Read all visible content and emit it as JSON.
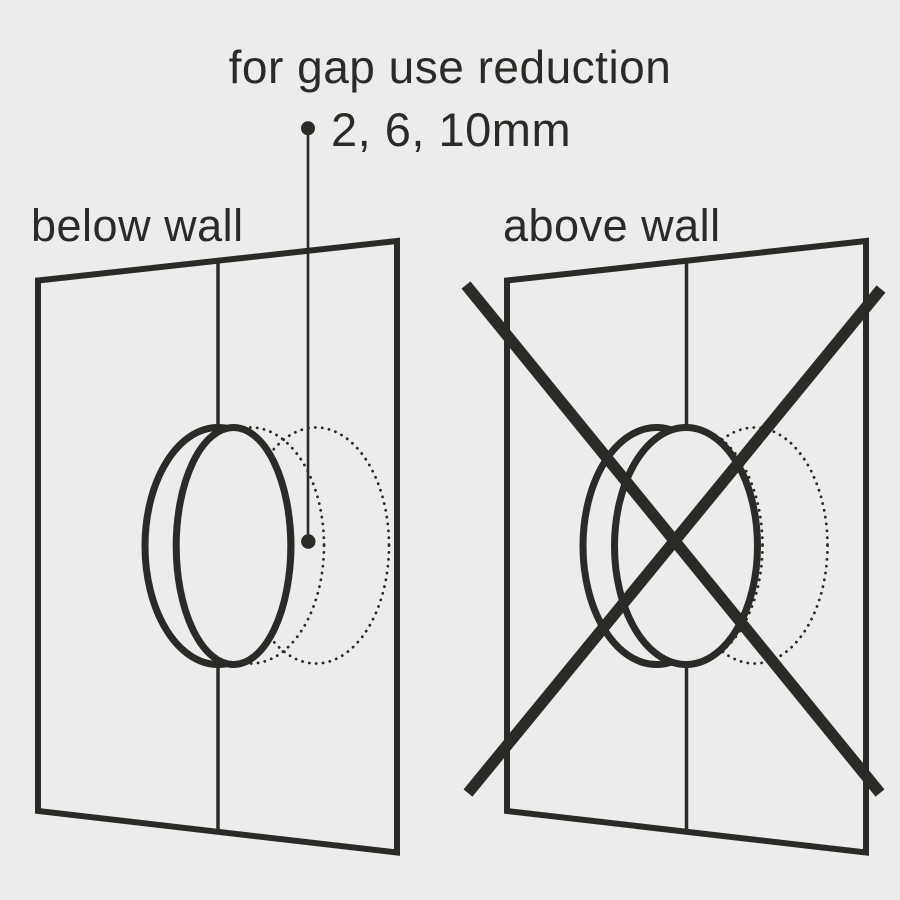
{
  "instruction": {
    "line1": "for gap use reduction",
    "sizes": "2, 6, 10mm"
  },
  "panels": [
    {
      "id": "below-wall",
      "label": "below wall",
      "status": "correct",
      "crossed_out": false
    },
    {
      "id": "above-wall",
      "label": "above wall",
      "status": "not-allowed",
      "crossed_out": true
    }
  ],
  "icons": {
    "bullet": "leader-bullet-icon",
    "target": "leader-target-dot-icon",
    "cross": "prohibition-cross-icon"
  },
  "colors": {
    "background": "#ebedec",
    "line": "#2b2a27"
  }
}
